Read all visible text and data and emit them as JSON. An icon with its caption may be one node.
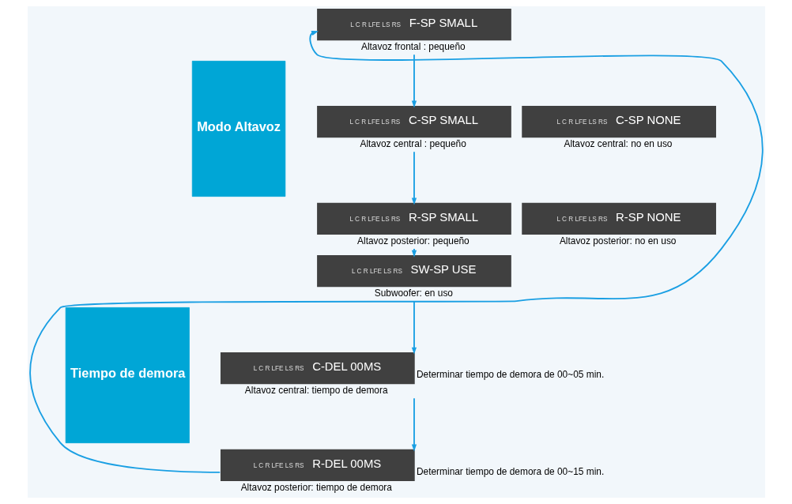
{
  "diagram": {
    "nodes": [
      {
        "text": [
          "Modo Altavoz"
        ]
      },
      {
        "text": [
          "Tiempo de demora"
        ]
      },
      {
        "text": [
          "L C R LFE LS RS",
          "F-SP SMALL"
        ],
        "beside": [
          "Altavoz frontal : pequeño"
        ]
      },
      {
        "text": [
          "L C R LFE LS RS",
          "C-SP SMALL"
        ],
        "beside": [
          "Altavoz central : pequeño"
        ]
      },
      {
        "text": [
          "L C R LFE LS RS",
          "C-SP NONE"
        ],
        "beside": [
          "Altavoz central: no en uso"
        ]
      },
      {
        "text": [
          "L C R LFE LS RS",
          "R-SP SMALL"
        ],
        "beside": [
          "Altavoz posterior: pequeño"
        ]
      },
      {
        "text": [
          "L C R LFE LS RS",
          "R-SP NONE"
        ],
        "beside": [
          "Altavoz posterior: no en uso"
        ]
      },
      {
        "text": [
          "L C R LFE LS RS",
          "SW-SP USE"
        ],
        "beside": [
          "Subwoofer: en uso"
        ]
      },
      {
        "text": [
          "L C R LFE LS RS",
          "C-DEL 00MS"
        ],
        "beside": [
          "Altavoz central: tiempo de demora",
          "Determinar tiempo de demora de 00~05 min."
        ]
      },
      {
        "text": [
          "L C R LFE LS RS",
          "R-DEL 00MS"
        ],
        "beside": [
          "Altavoz posterior: tiempo de demora",
          "Determinar tiempo de demora de 00~15 min."
        ]
      }
    ],
    "edges": [
      {
        "from": 2,
        "to": 3,
        "arrow": "to"
      },
      {
        "from": 3,
        "to": 5,
        "arrow": "to"
      },
      {
        "from": 5,
        "to": 7,
        "arrow": "to"
      },
      {
        "from": 7,
        "to": 8,
        "arrow": "to"
      },
      {
        "from": 8,
        "to": 9,
        "arrow": "to"
      },
      {
        "from": 9,
        "to": 2,
        "arrow": "to"
      }
    ]
  }
}
